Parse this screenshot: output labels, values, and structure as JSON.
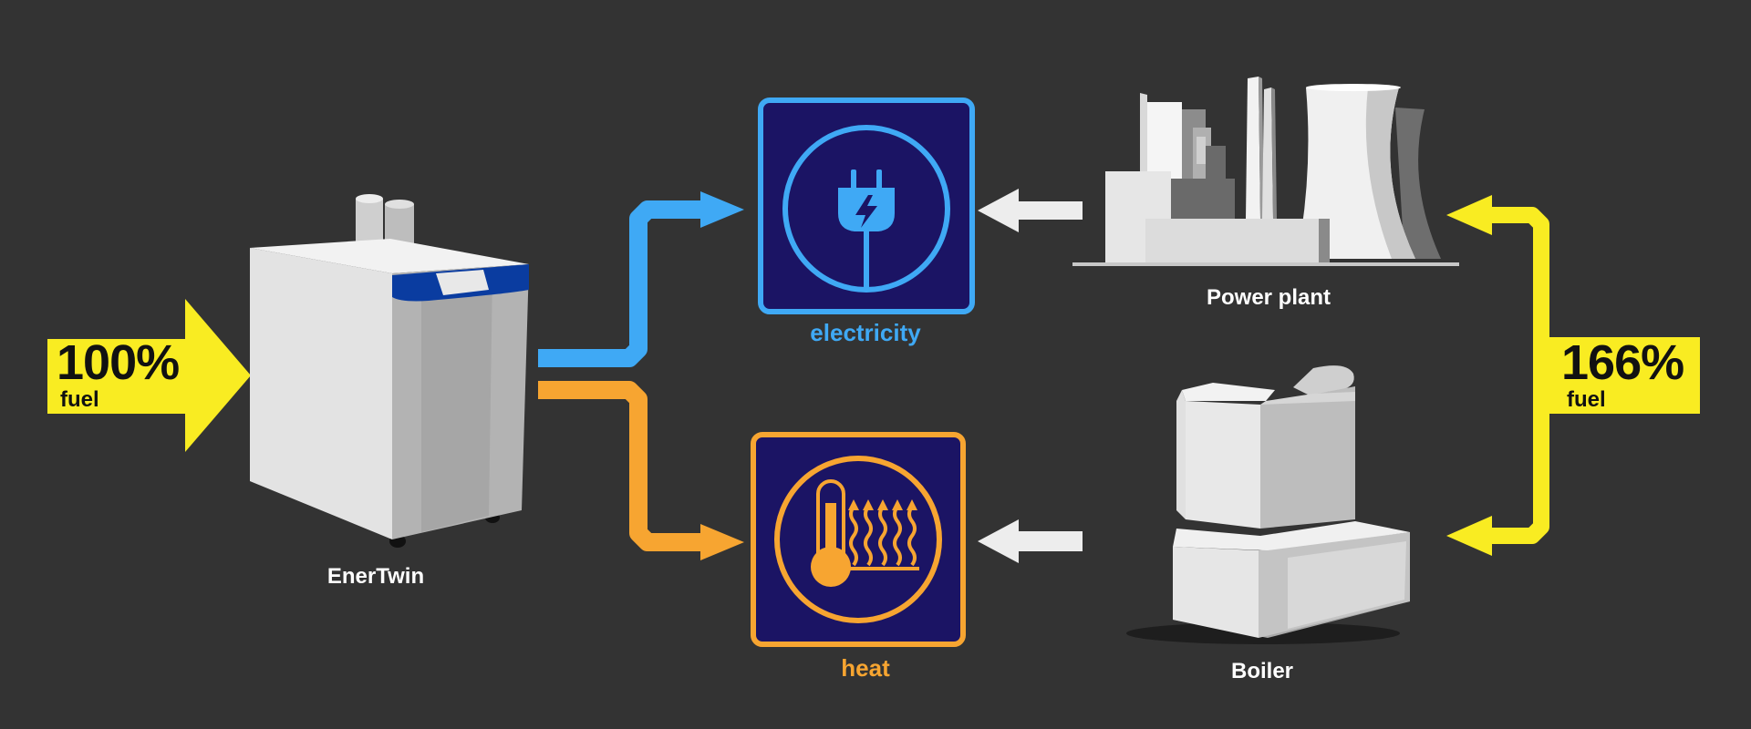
{
  "left_input": {
    "percent": "100%",
    "unit": "fuel"
  },
  "right_input": {
    "percent": "166%",
    "unit": "fuel"
  },
  "devices": {
    "enertwin": "EnerTwin",
    "power_plant": "Power plant",
    "boiler": "Boiler"
  },
  "outputs": {
    "electricity": "electricity",
    "heat": "heat"
  },
  "colors": {
    "background": "#333333",
    "fuel_yellow": "#f9ec22",
    "electricity_blue": "#3fa9f5",
    "heat_orange": "#f7a531",
    "icon_navy": "#1b1464",
    "device_gray": "#e6e6e6"
  }
}
